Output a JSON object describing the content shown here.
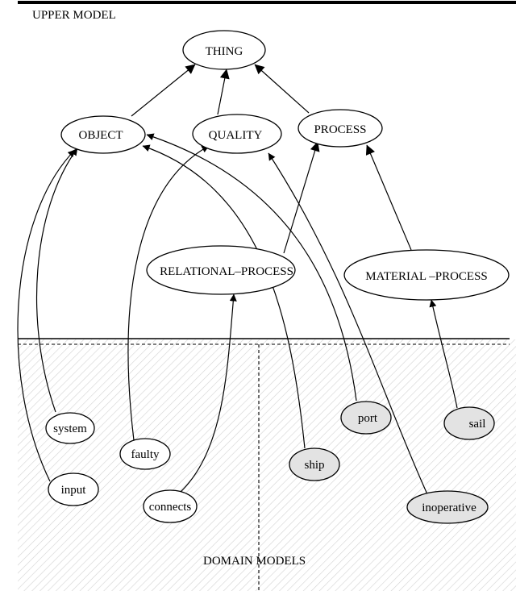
{
  "labels": {
    "upper_model": "UPPER MODEL",
    "domain_models": "DOMAIN MODELS"
  },
  "nodes": {
    "thing": "THING",
    "object": "OBJECT",
    "quality": "QUALITY",
    "process": "PROCESS",
    "relational_process": "RELATIONAL–PROCESS",
    "material_process": "MATERIAL –PROCESS",
    "system": "system",
    "input": "input",
    "faulty": "faulty",
    "connects": "connects",
    "ship": "ship",
    "port": "port",
    "sail": "sail",
    "inoperative": "inoperative"
  },
  "colors": {
    "upper_fill": "#ffffff",
    "left_domain_fill": "#ffffff",
    "right_domain_fill": "#e3e3e3",
    "hatch": "#d2d2d2",
    "line": "#000000"
  }
}
